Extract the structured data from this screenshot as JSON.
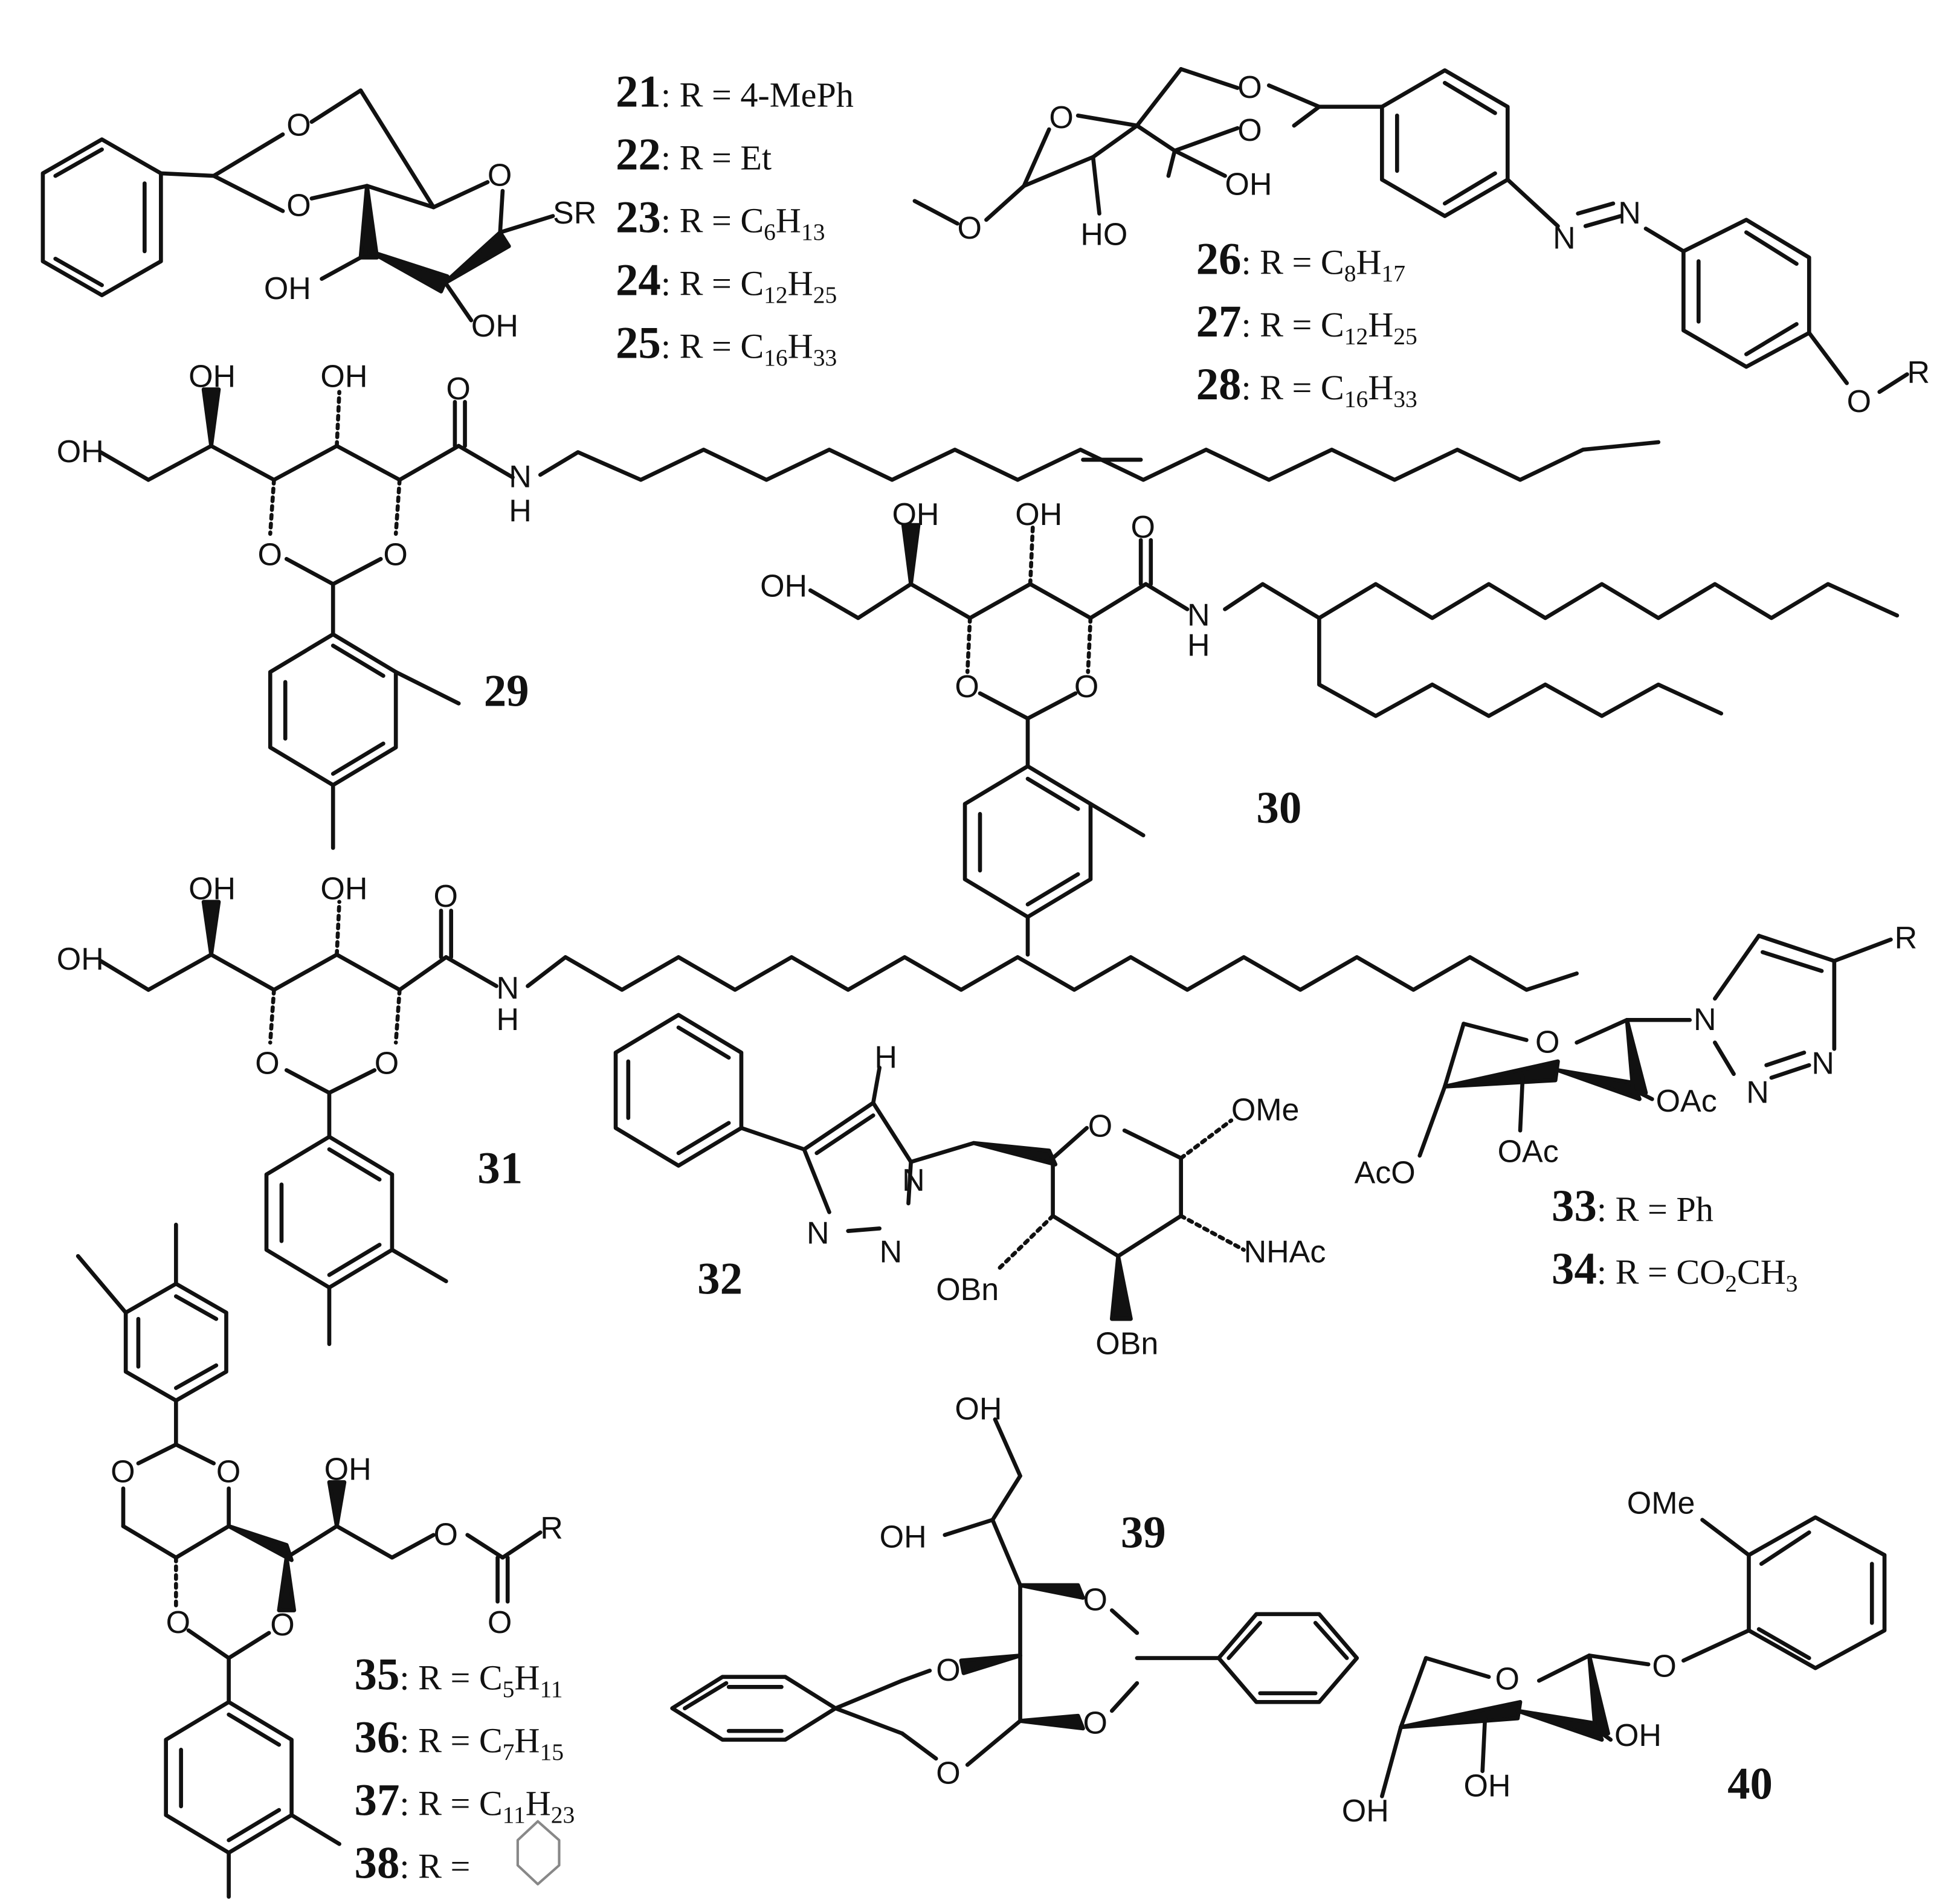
{
  "compounds": {
    "c21": {
      "num": "21",
      "r_def": ": R = 4-MePh"
    },
    "c22": {
      "num": "22",
      "r_def": ": R = Et"
    },
    "c23": {
      "num": "23",
      "r_pre": ": R = C",
      "sub1": "6",
      "mid": "H",
      "sub2": "13"
    },
    "c24": {
      "num": "24",
      "r_pre": ": R = C",
      "sub1": "12",
      "mid": "H",
      "sub2": "25"
    },
    "c25": {
      "num": "25",
      "r_pre": ": R = C",
      "sub1": "16",
      "mid": "H",
      "sub2": "33"
    },
    "c26": {
      "num": "26",
      "r_pre": ": R = C",
      "sub1": "8",
      "mid": "H",
      "sub2": "17"
    },
    "c27": {
      "num": "27",
      "r_pre": ": R = C",
      "sub1": "12",
      "mid": "H",
      "sub2": "25"
    },
    "c28": {
      "num": "28",
      "r_pre": ": R = C",
      "sub1": "16",
      "mid": "H",
      "sub2": "33"
    },
    "c29": {
      "num": "29"
    },
    "c30": {
      "num": "30"
    },
    "c31": {
      "num": "31"
    },
    "c32": {
      "num": "32"
    },
    "c33": {
      "num": "33",
      "r_def": ": R = Ph"
    },
    "c34": {
      "num": "34",
      "r_pre": ": R = CO",
      "sub1": "2",
      "mid": "CH",
      "sub2": "3"
    },
    "c35": {
      "num": "35",
      "r_pre": ": R = C",
      "sub1": "5",
      "mid": "H",
      "sub2": "11"
    },
    "c36": {
      "num": "36",
      "r_pre": ": R = C",
      "sub1": "7",
      "mid": "H",
      "sub2": "15"
    },
    "c37": {
      "num": "37",
      "r_pre": ": R = C",
      "sub1": "11",
      "mid": "H",
      "sub2": "23"
    },
    "c38": {
      "num": "38",
      "r_def": ": R ="
    },
    "c39": {
      "num": "39"
    },
    "c40": {
      "num": "40"
    }
  },
  "atoms": {
    "O": "O",
    "OH": "OH",
    "HO": "HO",
    "SR": "SR",
    "N": "N",
    "H": "H",
    "R": "R",
    "OMe": "OMe",
    "NHAc": "NHAc",
    "OBn": "OBn",
    "OAc": "OAc",
    "AcO": "AcO"
  }
}
